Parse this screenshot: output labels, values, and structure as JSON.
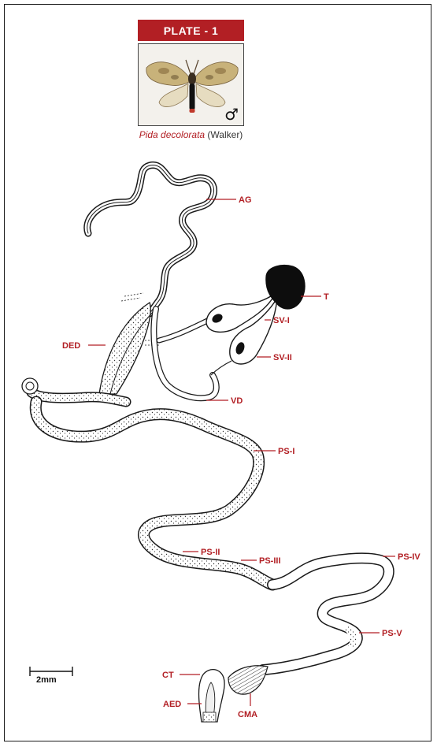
{
  "plate": {
    "title": "PLATE - 1",
    "sex_symbol": "♂",
    "species": "Pida decolorata",
    "authority": "(Walker)"
  },
  "labels": {
    "ag": "AG",
    "t": "T",
    "sv1": "SV-I",
    "sv2": "SV-II",
    "ded": "DED",
    "vd": "VD",
    "ps1": "PS-I",
    "ps2": "PS-II",
    "ps3": "PS-III",
    "ps4": "PS-IV",
    "ps5": "PS-V",
    "ct": "CT",
    "aed": "AED",
    "cma": "CMA"
  },
  "scale_bar": {
    "label": "2mm"
  },
  "colors": {
    "accent": "#b21f24",
    "ink": "#1a1a1a",
    "testis": "#0d0d0d"
  }
}
